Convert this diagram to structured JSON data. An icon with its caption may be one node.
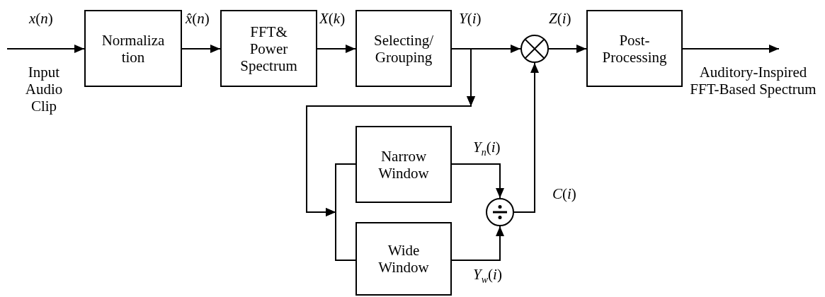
{
  "diagram": {
    "nodes": [
      {
        "text": [
          "Normaliza tion"
        ]
      },
      {
        "text": [
          "FFT& Power Spectrum"
        ]
      },
      {
        "text": [
          "Selecting/ Grouping"
        ]
      },
      {
        "text": [],
        "shape": "circle"
      },
      {
        "text": [
          "Post- Processing"
        ]
      },
      {
        "text": [
          "Narrow Window"
        ]
      },
      {
        "text": [],
        "shape": "circle"
      },
      {
        "text": [
          "Wide Window"
        ]
      }
    ],
    "edges": [
      {
        "from": null,
        "to": 0,
        "arrow": "to",
        "label": "*x*(*n*)"
      },
      {
        "from": 0,
        "to": 1,
        "arrow": "to",
        "label": "*x̂*(*n*)"
      },
      {
        "from": 1,
        "to": 2,
        "arrow": "to",
        "label": "*X*(*k*)"
      },
      {
        "from": 2,
        "to": 3,
        "arrow": "to",
        "label": "*Y*(*i*)"
      },
      {
        "from": 2,
        "to": 5,
        "arrow": "to"
      },
      {
        "from": 2,
        "to": 7,
        "arrow": "to"
      },
      {
        "from": 5,
        "to": 6,
        "arrow": "to",
        "label": "*Y*$_{n}$(*i*)"
      },
      {
        "from": 7,
        "to": 6,
        "arrow": "to",
        "label": "*Y*$_{w}$(*i*)"
      },
      {
        "from": 6,
        "to": 3,
        "arrow": "to",
        "label": "*C*(*i*)"
      },
      {
        "from": 3,
        "to": 4,
        "arrow": "to",
        "label": "*Z*(*i*)"
      },
      {
        "from": 4,
        "to": null,
        "arrow": "to"
      }
    ],
    "labels": [
      "Input Audio Clip",
      "Auditory-Inspired FFT-Based Spectrum"
    ]
  }
}
